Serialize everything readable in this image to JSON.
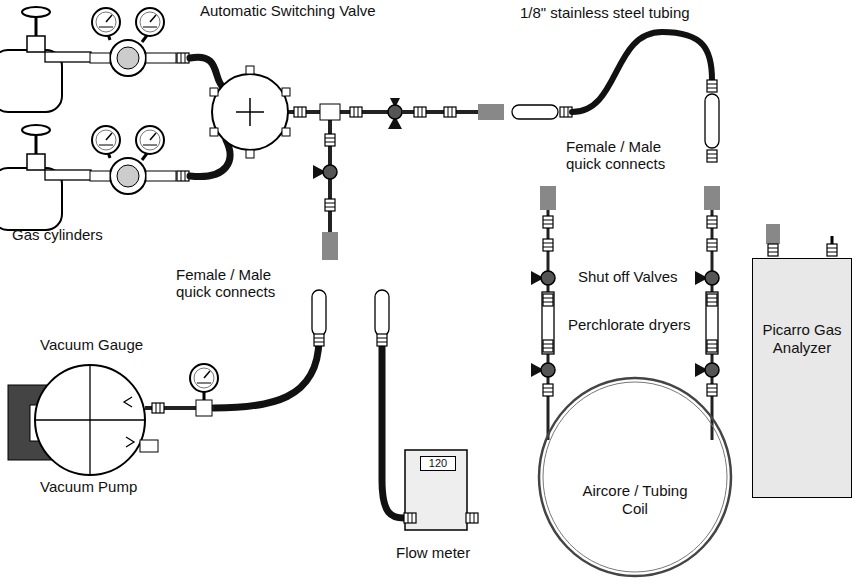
{
  "diagram": {
    "nodes": [
      {
        "text": [
          "Picarro Gas Analyzer"
        ]
      },
      {
        "text": [
          "Aircore / Tubing Coil"
        ]
      },
      {
        "text": [
          "120"
        ]
      }
    ],
    "labels": [
      "Automatic Switching Valve",
      "1/8\" stainless steel tubing",
      "Gas cylinders",
      "Female / Male quick connects",
      "Female / Male quick connects",
      "Shut off Valves",
      "Perchlorate dryers",
      "Vacuum Gauge",
      "Vacuum Pump",
      "Flow meter"
    ]
  }
}
